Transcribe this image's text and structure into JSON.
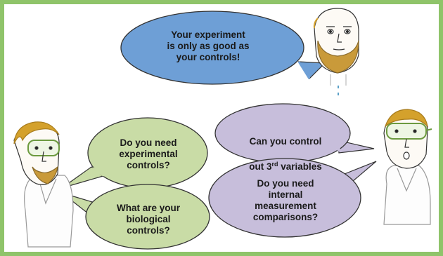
{
  "bubbles": {
    "top": {
      "text": "Your experiment\nis only as good as\nyour controls!",
      "color": "#6e9fd6"
    },
    "left_upper": {
      "text": "Do you need\nexperimental\ncontrols?",
      "color": "#c9dca6"
    },
    "left_lower": {
      "text": "What are your\nbiological\ncontrols?",
      "color": "#c9dca6"
    },
    "right_upper": {
      "line1_pre": "Can you control",
      "line2_pre": "out 3",
      "line2_sup": "rd",
      "line2_post": " variables",
      "color": "#c7bedb"
    },
    "right_lower": {
      "text": "Do you need\ninternal\nmeasurement\ncomparisons?",
      "color": "#c7bedb"
    }
  },
  "colors": {
    "frame": "#8fc46a",
    "hair": "#d4a12c",
    "goggles": "#6c9a3f",
    "outline": "#333333"
  }
}
